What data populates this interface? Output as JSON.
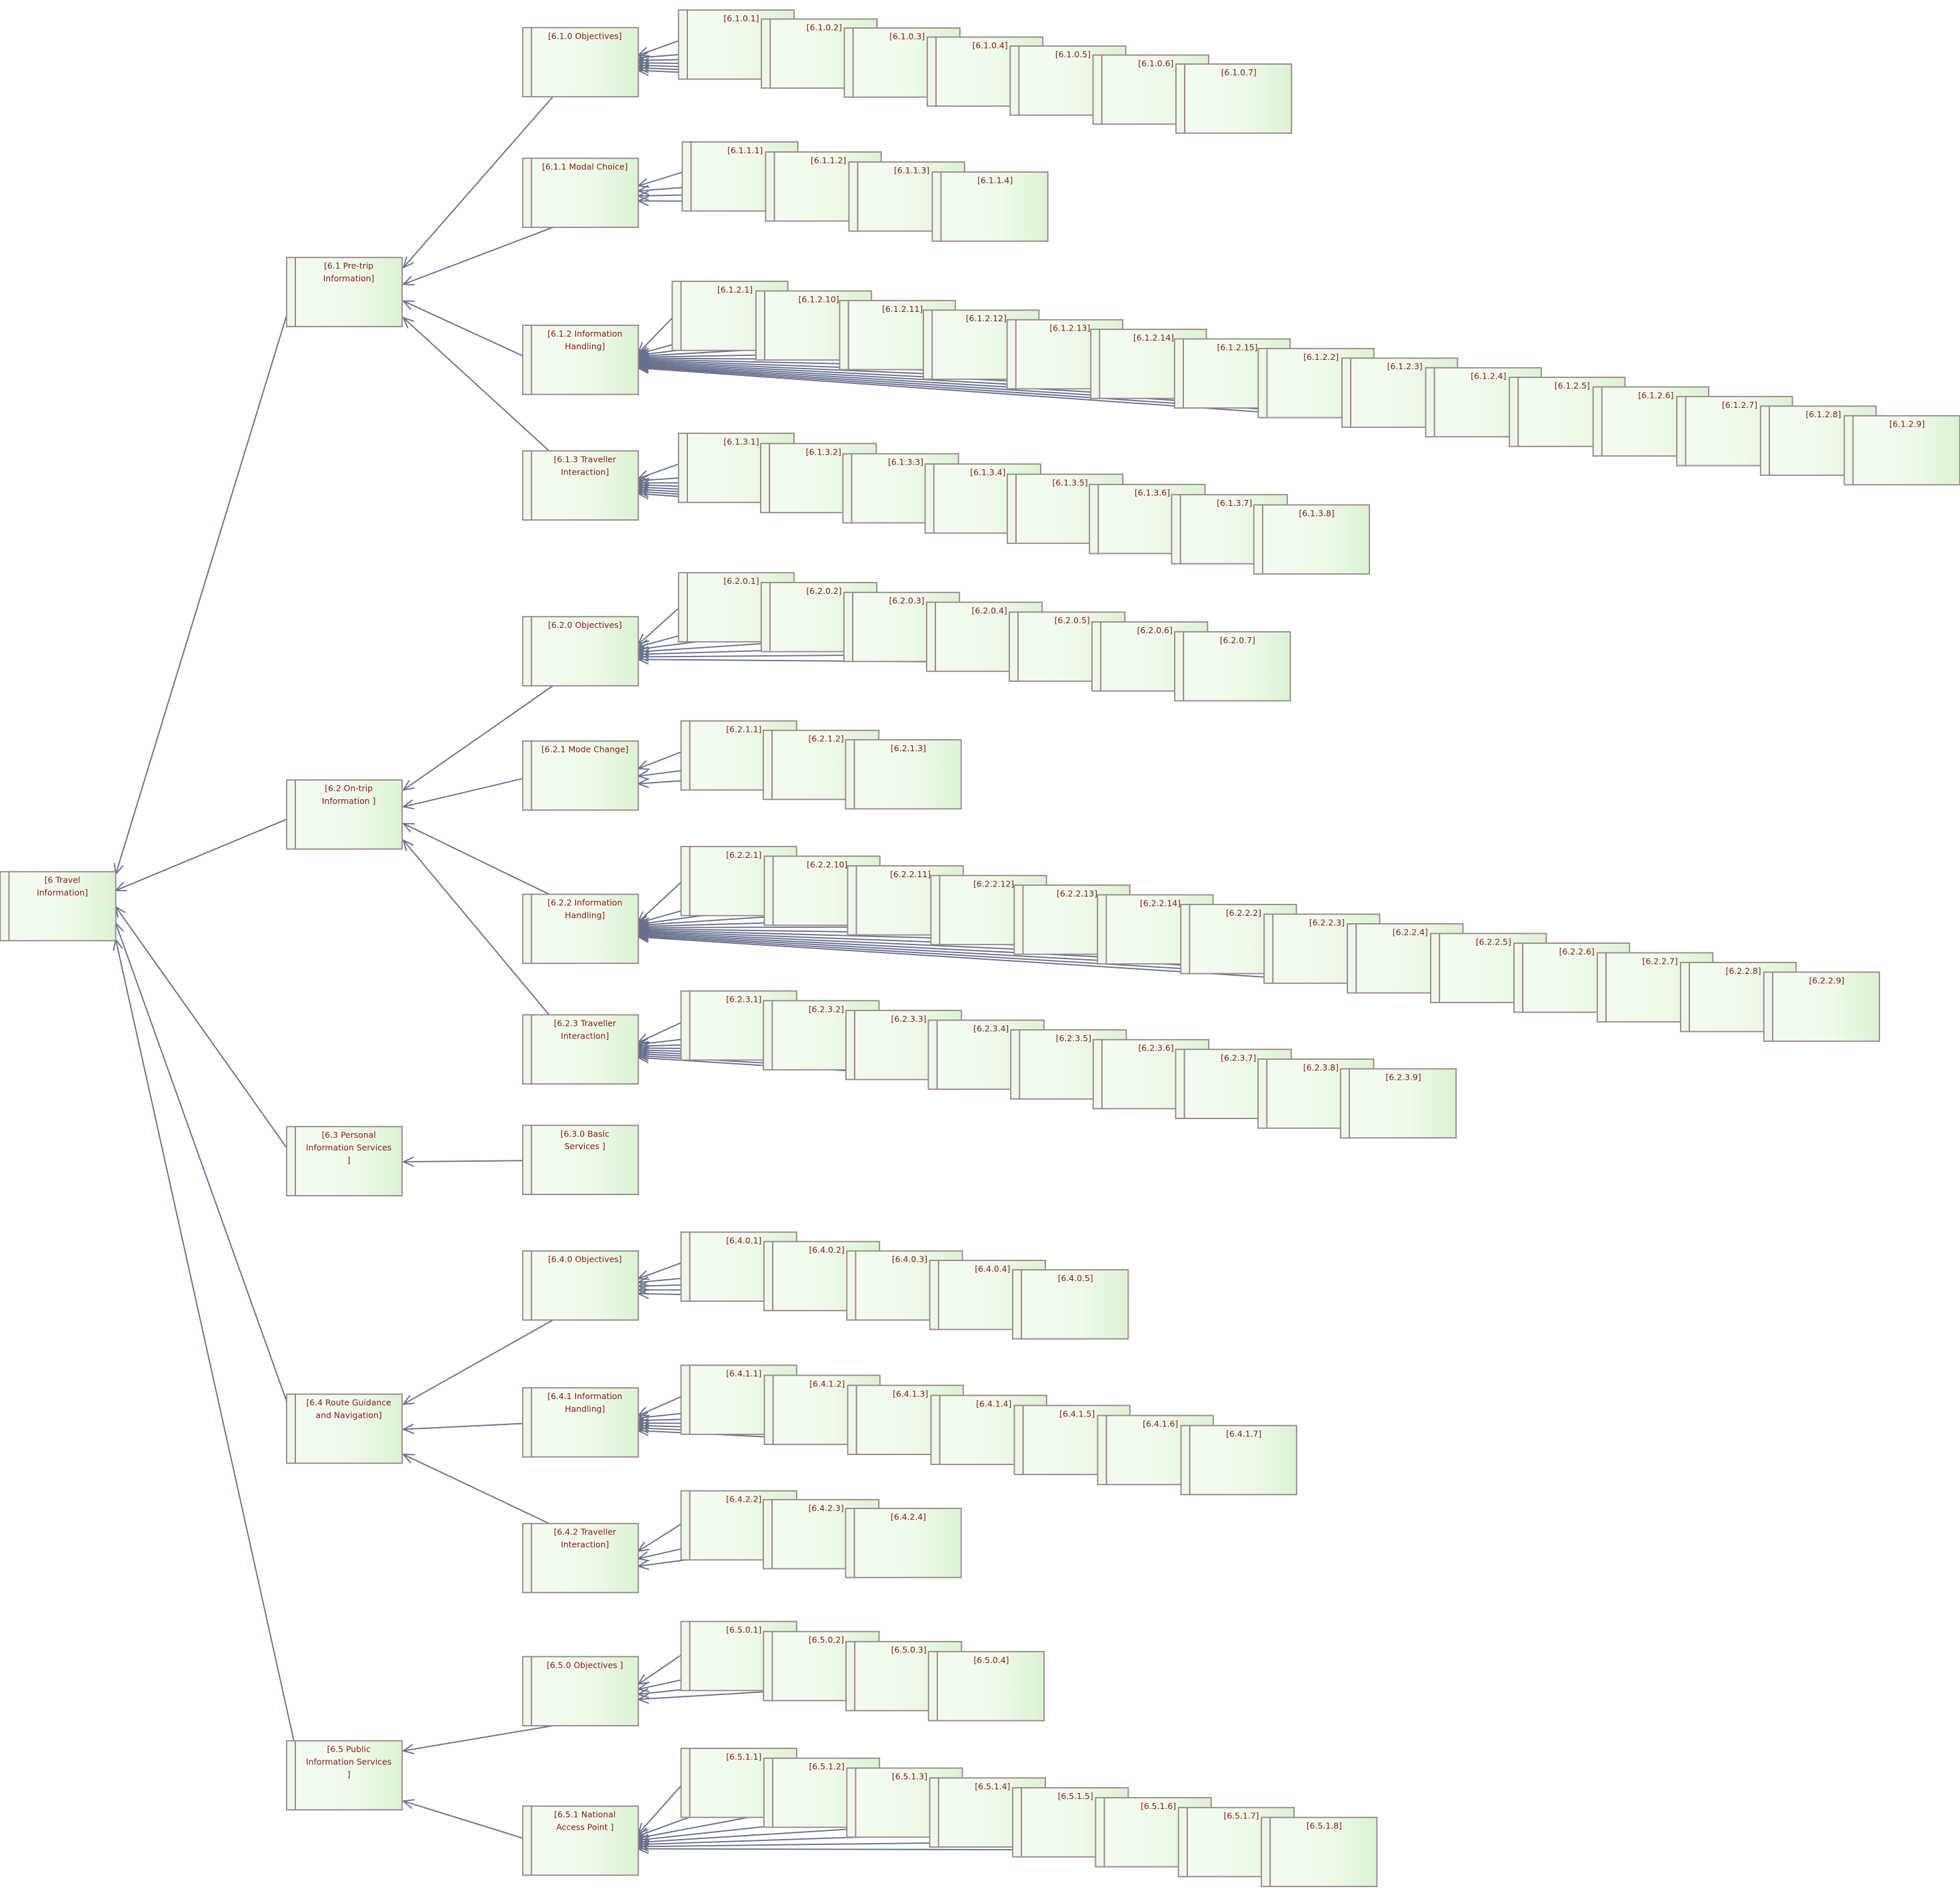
{
  "diagram": {
    "root": {
      "label": "[6 Travel Information]"
    },
    "branches": [
      {
        "label": "[6.1 Pre-trip Information]",
        "groups": [
          {
            "label": "[6.1.0 Objectives]",
            "children": [
              "[6.1.0.1]",
              "[6.1.0.2]",
              "[6.1.0.3]",
              "[6.1.0.4]",
              "[6.1.0.5]",
              "[6.1.0.6]",
              "[6.1.0.7]"
            ]
          },
          {
            "label": "[6.1.1 Modal Choice]",
            "children": [
              "[6.1.1.1]",
              "[6.1.1.2]",
              "[6.1.1.3]",
              "[6.1.1.4]"
            ]
          },
          {
            "label": "[6.1.2 Information Handling]",
            "children": [
              "[6.1.2.1]",
              "[6.1.2.10]",
              "[6.1.2.11]",
              "[6.1.2.12]",
              "[6.1.2.13]",
              "[6.1.2.14]",
              "[6.1.2.15]",
              "[6.1.2.2]",
              "[6.1.2.3]",
              "[6.1.2.4]",
              "[6.1.2.5]",
              "[6.1.2.6]",
              "[6.1.2.7]",
              "[6.1.2.8]",
              "[6.1.2.9]"
            ]
          },
          {
            "label": "[6.1.3 Traveller Interaction]",
            "children": [
              "[6.1.3.1]",
              "[6.1.3.2]",
              "[6.1.3.3]",
              "[6.1.3.4]",
              "[6.1.3.5]",
              "[6.1.3.6]",
              "[6.1.3.7]",
              "[6.1.3.8]"
            ]
          }
        ]
      },
      {
        "label": "[6.2 On-trip Information ]",
        "groups": [
          {
            "label": "[6.2.0 Objectives]",
            "children": [
              "[6.2.0.1]",
              "[6.2.0.2]",
              "[6.2.0.3]",
              "[6.2.0.4]",
              "[6.2.0.5]",
              "[6.2.0.6]",
              "[6.2.0.7]"
            ]
          },
          {
            "label": "[6.2.1 Mode Change]",
            "children": [
              "[6.2.1.1]",
              "[6.2.1.2]",
              "[6.2.1.3]"
            ]
          },
          {
            "label": "[6.2.2 Information Handling]",
            "children": [
              "[6.2.2.1]",
              "[6.2.2.10]",
              "[6.2.2.11]",
              "[6.2.2.12]",
              "[6.2.2.13]",
              "[6.2.2.14]",
              "[6.2.2.2]",
              "[6.2.2.3]",
              "[6.2.2.4]",
              "[6.2.2.5]",
              "[6.2.2.6]",
              "[6.2.2.7]",
              "[6.2.2.8]",
              "[6.2.2.9]"
            ]
          },
          {
            "label": "[6.2.3 Traveller Interaction]",
            "children": [
              "[6.2.3.1]",
              "[6.2.3.2]",
              "[6.2.3.3]",
              "[6.2.3.4]",
              "[6.2.3.5]",
              "[6.2.3.6]",
              "[6.2.3.7]",
              "[6.2.3.8]",
              "[6.2.3.9]"
            ]
          }
        ]
      },
      {
        "label": "[6.3 Personal Information Services ]",
        "groups": [
          {
            "label": "[6.3.0 Basic Services ]",
            "children": []
          }
        ]
      },
      {
        "label": "[6.4 Route Guidance and Navigation]",
        "groups": [
          {
            "label": "[6.4.0 Objectives]",
            "children": [
              "[6.4.0.1]",
              "[6.4.0.2]",
              "[6.4.0.3]",
              "[6.4.0.4]",
              "[6.4.0.5]"
            ]
          },
          {
            "label": "[6.4.1 Information Handling]",
            "children": [
              "[6.4.1.1]",
              "[6.4.1.2]",
              "[6.4.1.3]",
              "[6.4.1.4]",
              "[6.4.1.5]",
              "[6.4.1.6]",
              "[6.4.1.7]"
            ]
          },
          {
            "label": "[6.4.2 Traveller Interaction]",
            "children": [
              "[6.4.2.2]",
              "[6.4.2.3]",
              "[6.4.2.4]"
            ]
          }
        ]
      },
      {
        "label": "[6.5 Public Information Services ]",
        "groups": [
          {
            "label": "[6.5.0 Objectives ]",
            "children": [
              "[6.5.0.1]",
              "[6.5.0.2]",
              "[6.5.0.3]",
              "[6.5.0.4]"
            ]
          },
          {
            "label": "[6.5.1 National Access Point ]",
            "children": [
              "[6.5.1.1]",
              "[6.5.1.2]",
              "[6.5.1.3]",
              "[6.5.1.4]",
              "[6.5.1.5]",
              "[6.5.1.6]",
              "[6.5.1.7]",
              "[6.5.1.8]"
            ]
          }
        ]
      }
    ]
  }
}
